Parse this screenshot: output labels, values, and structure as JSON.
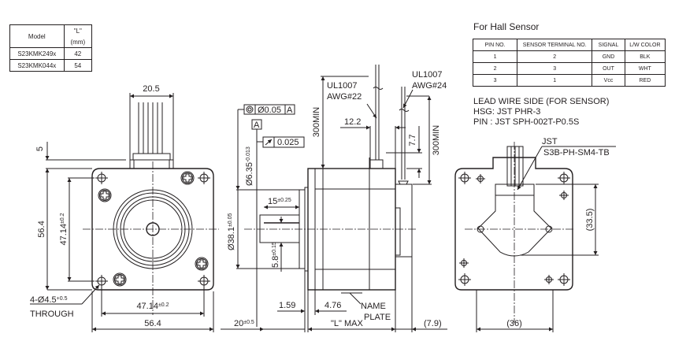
{
  "model_table": {
    "headers": [
      "Model",
      "\"L\"",
      "(mm)"
    ],
    "rows": [
      {
        "model": "S23KMK249x",
        "l": "42"
      },
      {
        "model": "S23KMK044x",
        "l": "54"
      }
    ]
  },
  "hall_sensor": {
    "title": "For Hall Sensor",
    "headers": [
      "PIN NO.",
      "SENSOR TERMINAL NO.",
      "SIGNAL",
      "L/W COLOR"
    ],
    "rows": [
      [
        "1",
        "2",
        "GND",
        "BLK"
      ],
      [
        "2",
        "3",
        "OUT",
        "WHT"
      ],
      [
        "3",
        "1",
        "Vcc",
        "RED"
      ]
    ]
  },
  "lead_wire_notes": {
    "line1": "LEAD WIRE SIDE (FOR SENSOR)",
    "line2": "HSG: JST PHR-3",
    "line3": "PIN  : JST SPH-002T-P0.5S"
  },
  "front_view": {
    "dim_top_width": "20.5",
    "dim_offset": "5",
    "dim_height": "56.4",
    "dim_hole_pitch_v": "47.14",
    "dim_hole_pitch_v_tol": "±0.2",
    "dim_hole_pitch_h": "47.14",
    "dim_hole_pitch_h_tol": "±0.2",
    "dim_width": "56.4",
    "hole_callout": "4-Ø4.5",
    "hole_callout_tol_upper": "+0.5",
    "hole_callout_tol_lower": "0",
    "hole_callout_note": "THROUGH"
  },
  "side_view": {
    "concentricity": "Ø0.05",
    "datum": "A",
    "runout": "0.025",
    "shaft_dia": "Ø6.35",
    "shaft_dia_tol_upper": "0",
    "shaft_dia_tol_lower": "-0.013",
    "pilot_dia": "Ø38.1",
    "pilot_dia_tol": "±0.05",
    "flat_length": "15",
    "flat_length_tol": "±0.25",
    "flat_depth": "5.8",
    "flat_depth_tol": "±0.15",
    "wire1_spec": "UL1007",
    "wire1_awg": "AWG#22",
    "wire2_spec": "UL1007",
    "wire2_awg": "AWG#24",
    "wire1_len": "300MIN",
    "wire2_len": "300MIN",
    "dim_12_2": "12.2",
    "dim_7_7": "7.7",
    "dim_1_59": "1.59",
    "dim_4_76": "4.76",
    "name_plate": "NAME",
    "name_plate2": "PLATE",
    "shaft_len": "20",
    "shaft_len_tol": "±0.5",
    "l_max": "\"L\" MAX",
    "dim_7_9": "(7.9)"
  },
  "rear_view": {
    "jst": "JST",
    "connector": "S3B-PH-SM4-TB",
    "dim_33_5": "(33.5)",
    "dim_36": "(36)"
  }
}
